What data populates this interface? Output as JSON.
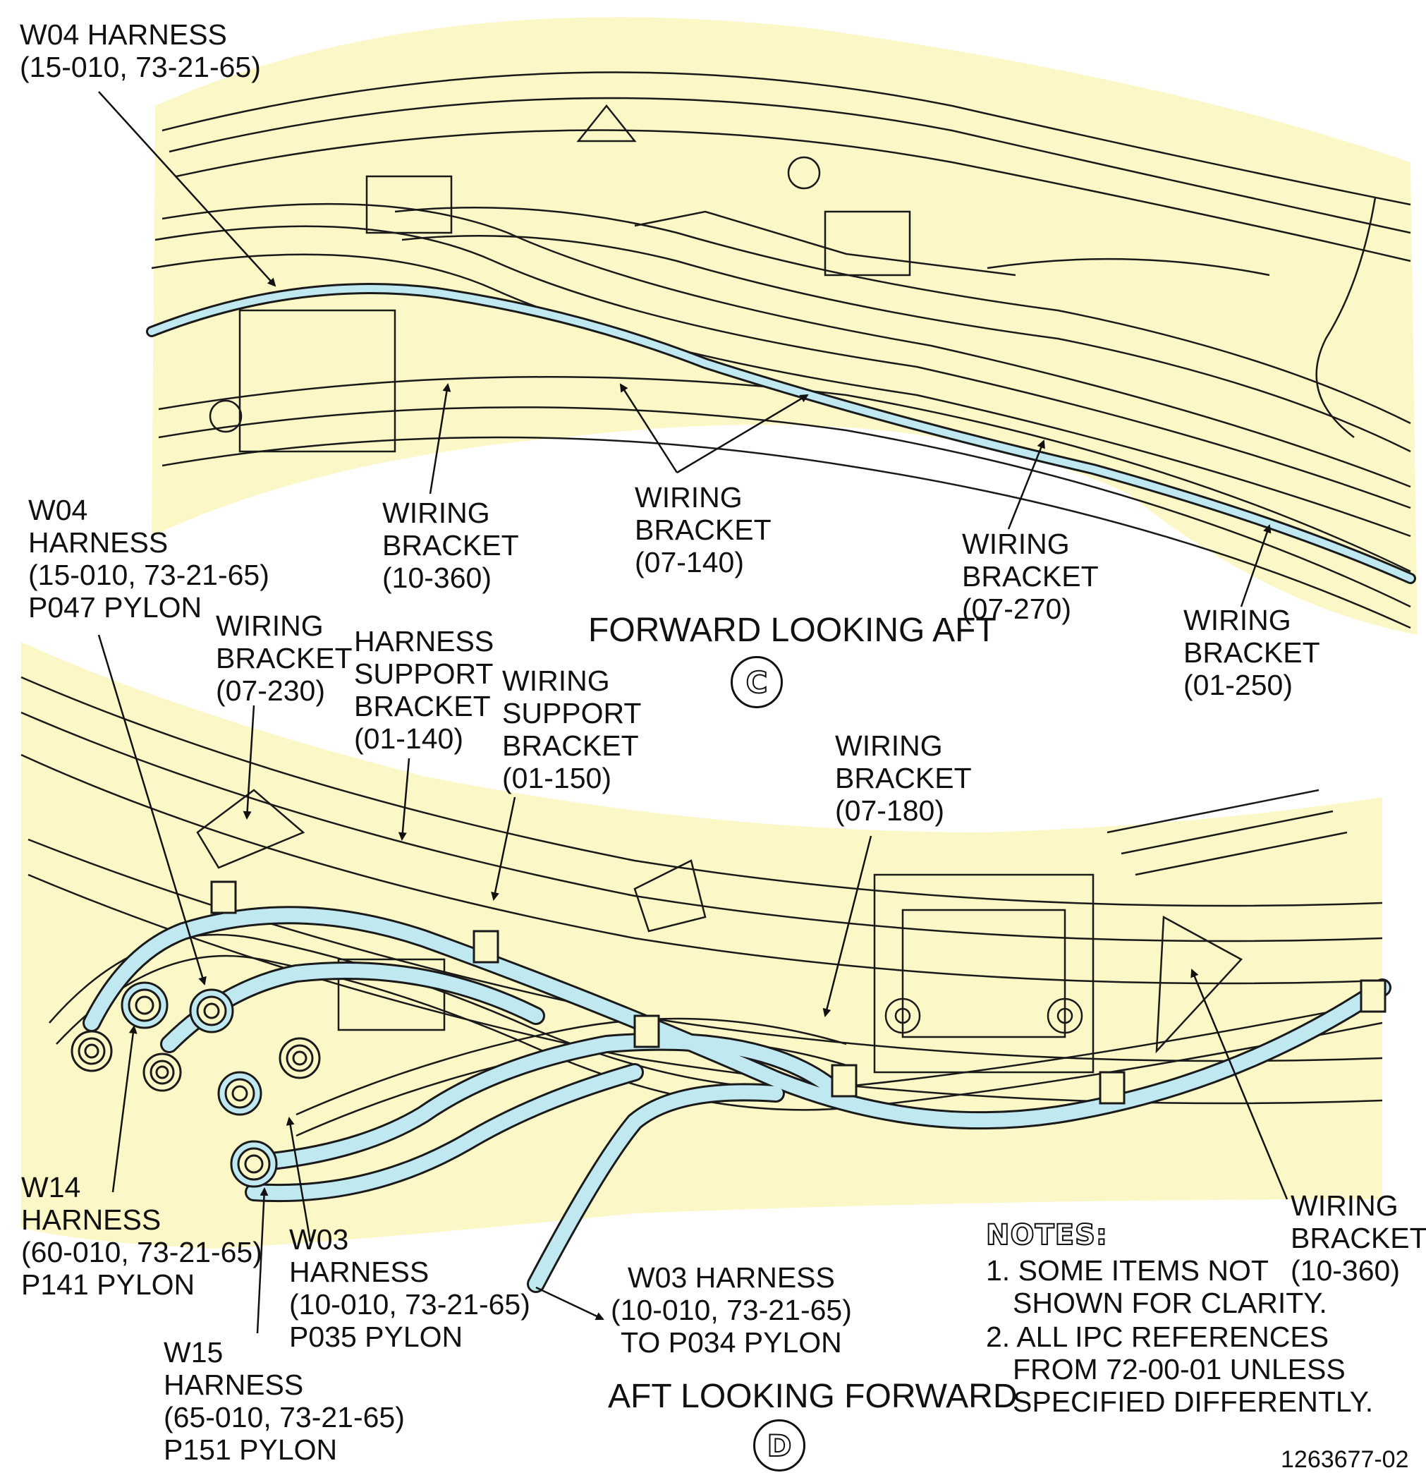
{
  "colors": {
    "background": "#fbf7c6",
    "harness": "#bfe8f0",
    "ink": "#1a1a1a"
  },
  "view_c": {
    "title": "FORWARD LOOKING AFT",
    "marker": "C",
    "labels": {
      "w04": [
        "W04 HARNESS",
        "(15-010, 73-21-65)"
      ],
      "b10_360": [
        "WIRING",
        "BRACKET",
        "(10-360)"
      ],
      "b07_140": [
        "WIRING",
        "BRACKET",
        "(07-140)"
      ],
      "b07_270": [
        "WIRING",
        "BRACKET",
        "(07-270)"
      ],
      "b01_250": [
        "WIRING",
        "BRACKET",
        "(01-250)"
      ]
    }
  },
  "view_d": {
    "title": "AFT LOOKING FORWARD",
    "marker": "D",
    "labels": {
      "w04": [
        "W04",
        "HARNESS",
        "(15-010, 73-21-65)",
        "P047 PYLON"
      ],
      "b07_230": [
        "WIRING",
        "BRACKET",
        "(07-230)"
      ],
      "hsb01_140": [
        "HARNESS",
        "SUPPORT",
        "BRACKET",
        "(01-140)"
      ],
      "wsb01_150": [
        "WIRING",
        "SUPPORT",
        "BRACKET",
        "(01-150)"
      ],
      "b07_180": [
        "WIRING",
        "BRACKET",
        "(07-180)"
      ],
      "b10_360": [
        "WIRING",
        "BRACKET",
        "(10-360)"
      ],
      "w14": [
        "W14",
        "HARNESS",
        "(60-010, 73-21-65)",
        "P141 PYLON"
      ],
      "w03_p035": [
        "W03",
        "HARNESS",
        "(10-010, 73-21-65)",
        "P035 PYLON"
      ],
      "w15": [
        "W15",
        "HARNESS",
        "(65-010, 73-21-65)",
        "P151 PYLON"
      ],
      "w03_p034": [
        "W03 HARNESS",
        "(10-010, 73-21-65)",
        "TO P034 PYLON"
      ]
    }
  },
  "notes": {
    "heading": "NOTES:",
    "items": [
      [
        "1. SOME ITEMS NOT",
        "SHOWN FOR CLARITY."
      ],
      [
        "2. ALL IPC REFERENCES",
        "FROM 72-00-01 UNLESS",
        "SPECIFIED DIFFERENTLY."
      ]
    ]
  },
  "figure_number": "1263677-02"
}
